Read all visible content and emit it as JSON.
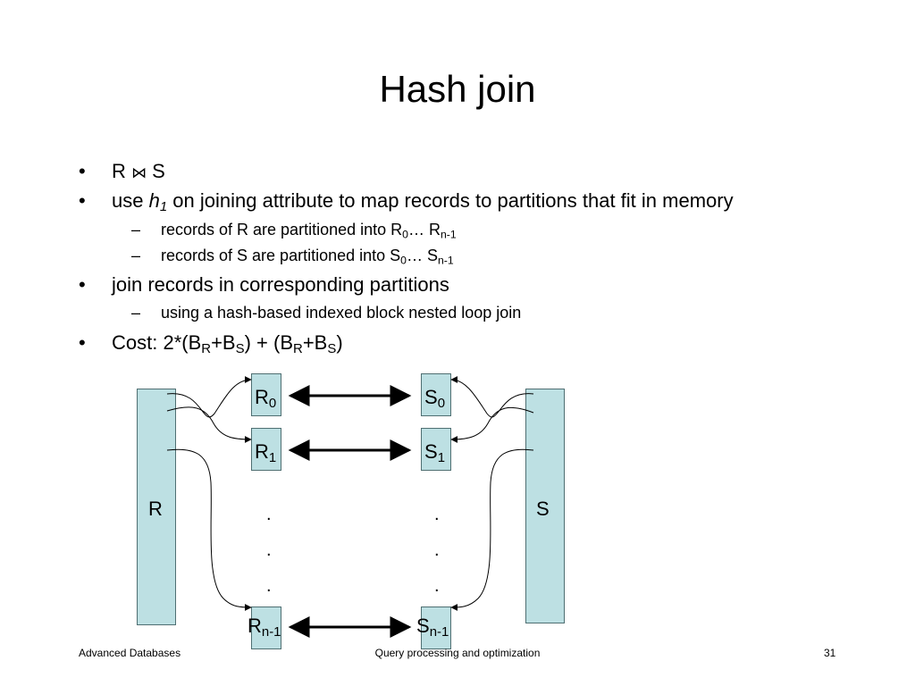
{
  "title": "Hash join",
  "bullets": {
    "b1": {
      "bullet": "•",
      "r": "R",
      "op": "⋈",
      "s": "S"
    },
    "b2": {
      "bullet": "•",
      "pre": "use ",
      "h": "h",
      "hsub": "1",
      "post": " on joining attribute to map records to partitions that fit in memory"
    },
    "b2a": {
      "bullet": "–",
      "text": "records of R are partitioned into R",
      "sub0": "0",
      "mid": "… R",
      "subn": "n-1"
    },
    "b2b": {
      "bullet": "–",
      "text": "records of S are partitioned into S",
      "sub0": "0",
      "mid": "… S",
      "subn": "n-1"
    },
    "b3": {
      "bullet": "•",
      "text": "join records in corresponding partitions"
    },
    "b3a": {
      "bullet": "–",
      "text": "using a hash-based indexed block nested loop join"
    },
    "b4": {
      "bullet": "•",
      "p1": "Cost: 2*(B",
      "s1": "R",
      "p2": "+B",
      "s2": "S",
      "p3": ") + (B",
      "s3": "R",
      "p4": "+B",
      "s4": "S",
      "p5": ")"
    }
  },
  "diagram": {
    "relation_r": "R",
    "relation_s": "S",
    "r_partitions": [
      {
        "base": "R",
        "sub": "0"
      },
      {
        "base": "R",
        "sub": "1"
      },
      {
        "base": "R",
        "sub": "n-1"
      }
    ],
    "s_partitions": [
      {
        "base": "S",
        "sub": "0"
      },
      {
        "base": "S",
        "sub": "1"
      },
      {
        "base": "S",
        "sub": "n-1"
      }
    ],
    "ellipsis_dot": ".",
    "fill_color": "#bde0e3"
  },
  "footer": {
    "left": "Advanced Databases",
    "center": "Query processing and optimization",
    "page": "31"
  }
}
